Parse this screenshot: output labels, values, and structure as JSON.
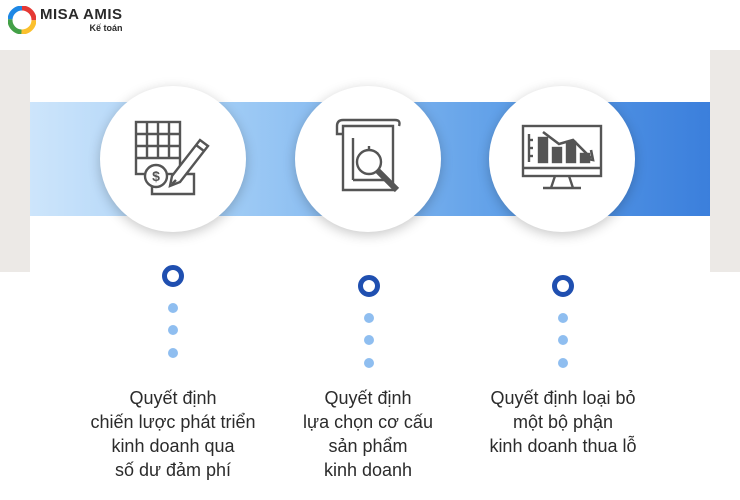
{
  "brand": {
    "name": "MISA AMIS",
    "sub": "Kế toán"
  },
  "colors": {
    "accent": "#1f4fb0",
    "band_start": "#cde5fb",
    "band_end": "#3b7fdc",
    "dot": "#8fbef0"
  },
  "steps": [
    {
      "icon": "spreadsheet-pen-dollar-icon",
      "lines": [
        "Quyết định",
        "chiến lược phát triển",
        "kinh doanh qua",
        "số dư đảm phí"
      ]
    },
    {
      "icon": "chart-scroll-magnifier-icon",
      "lines": [
        "Quyết định",
        "lựa chọn cơ cấu",
        "sản phẩm",
        "kinh doanh"
      ]
    },
    {
      "icon": "monitor-declining-chart-icon",
      "lines": [
        "Quyết định loại bỏ",
        "một bộ phận",
        "kinh doanh thua lỗ"
      ]
    }
  ]
}
